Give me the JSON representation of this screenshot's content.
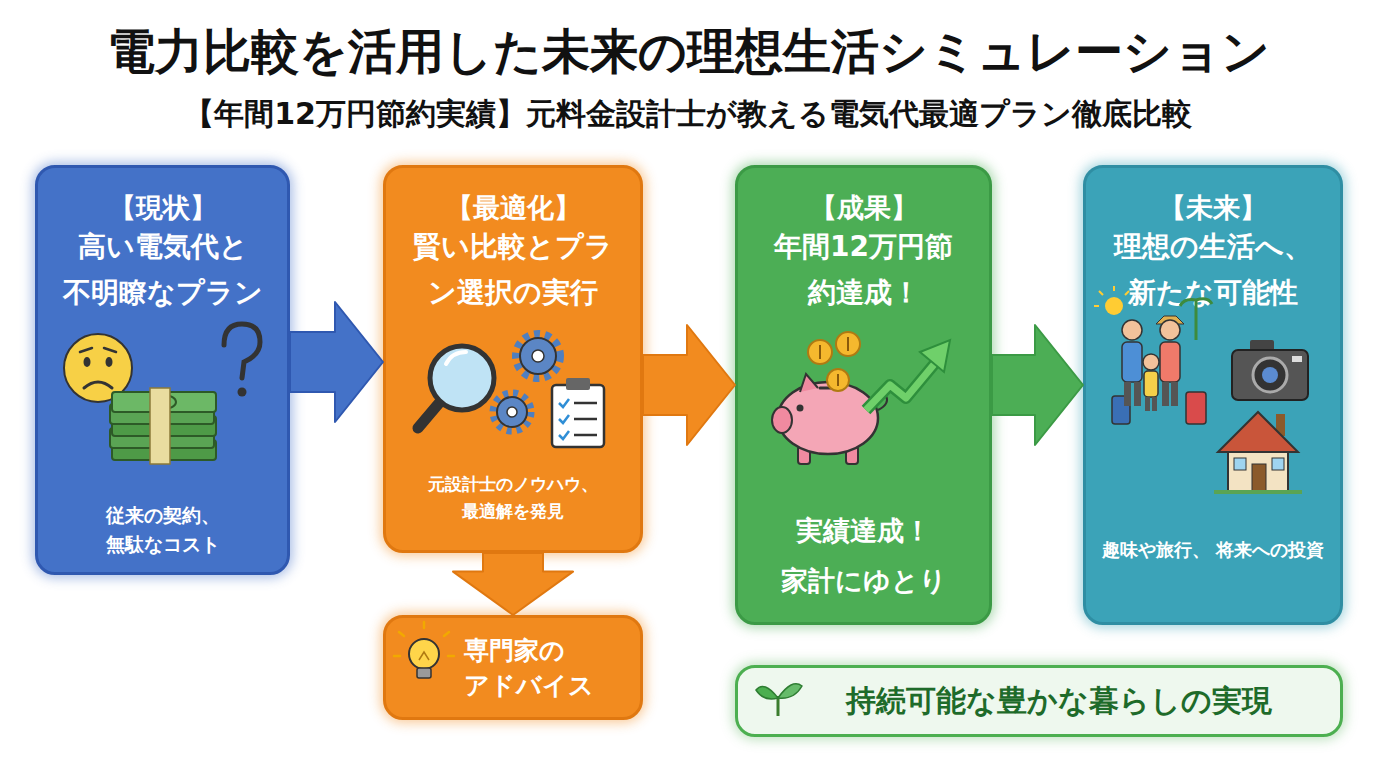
{
  "diagram": {
    "title": "電力比較を活用した未来の理想生活シミュレーション",
    "nodes": [
      {
        "text": [
          "【現状】",
          "高い電気代と 不明瞭なプラン",
          "従来の契約、 無駄なコスト"
        ]
      },
      {
        "text": [
          "【最適化】",
          "賢い比較とプラン選択の実行",
          "元設計士のノウハウ、 最適解を発見"
        ]
      },
      {
        "text": [
          "専門家の アドバイス"
        ]
      },
      {
        "text": [
          "【成果】",
          "年間12万円節約達成！",
          "実績達成！ 家計にゆとり"
        ]
      },
      {
        "text": [
          "【未来】",
          "理想の生活へ、 新たな可能性",
          "趣味や旅行、 将来への投資"
        ]
      },
      {
        "text": [
          "持続可能な豊かな暮らしの実現"
        ]
      }
    ],
    "edges": [
      {
        "from": 0,
        "to": 1,
        "arrow": "to"
      },
      {
        "from": 1,
        "to": 2,
        "arrow": "to"
      },
      {
        "from": 1,
        "to": 3,
        "arrow": "to"
      },
      {
        "from": 3,
        "to": 4,
        "arrow": "to"
      }
    ],
    "labels": [
      "【年間12万円節約実績】元料金設計士が教える電気代最適プラン徹底比較"
    ]
  }
}
